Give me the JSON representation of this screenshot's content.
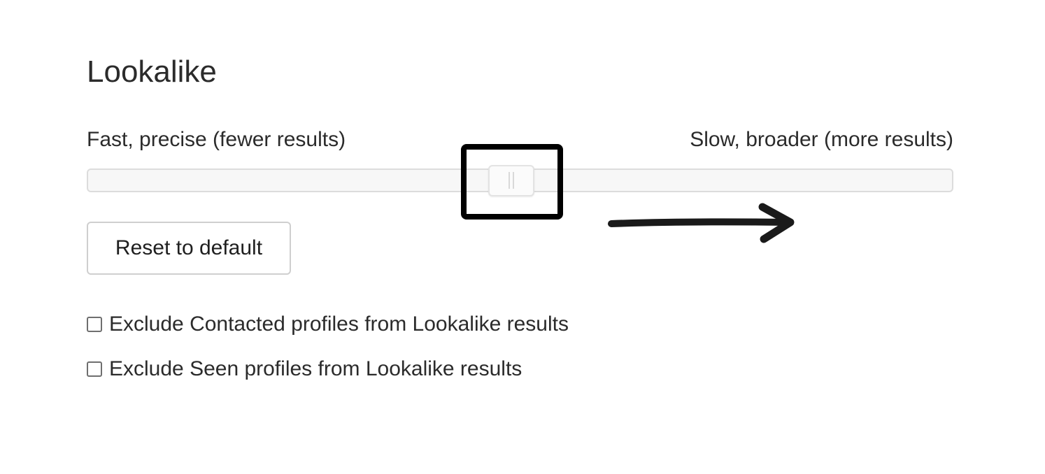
{
  "page": {
    "title": "Lookalike"
  },
  "slider": {
    "left_label": "Fast, precise (fewer results)",
    "right_label": "Slow, broader (more results)",
    "value_fraction": 0.49
  },
  "reset_button": {
    "label": "Reset to default"
  },
  "options": [
    {
      "label": "Exclude Contacted profiles from Lookalike results",
      "checked": false
    },
    {
      "label": "Exclude Seen profiles from Lookalike results",
      "checked": false
    }
  ],
  "annotations": {
    "highlight_color": "#000000",
    "arrow_color": "#1a1a1a",
    "arrow_direction": "right"
  }
}
